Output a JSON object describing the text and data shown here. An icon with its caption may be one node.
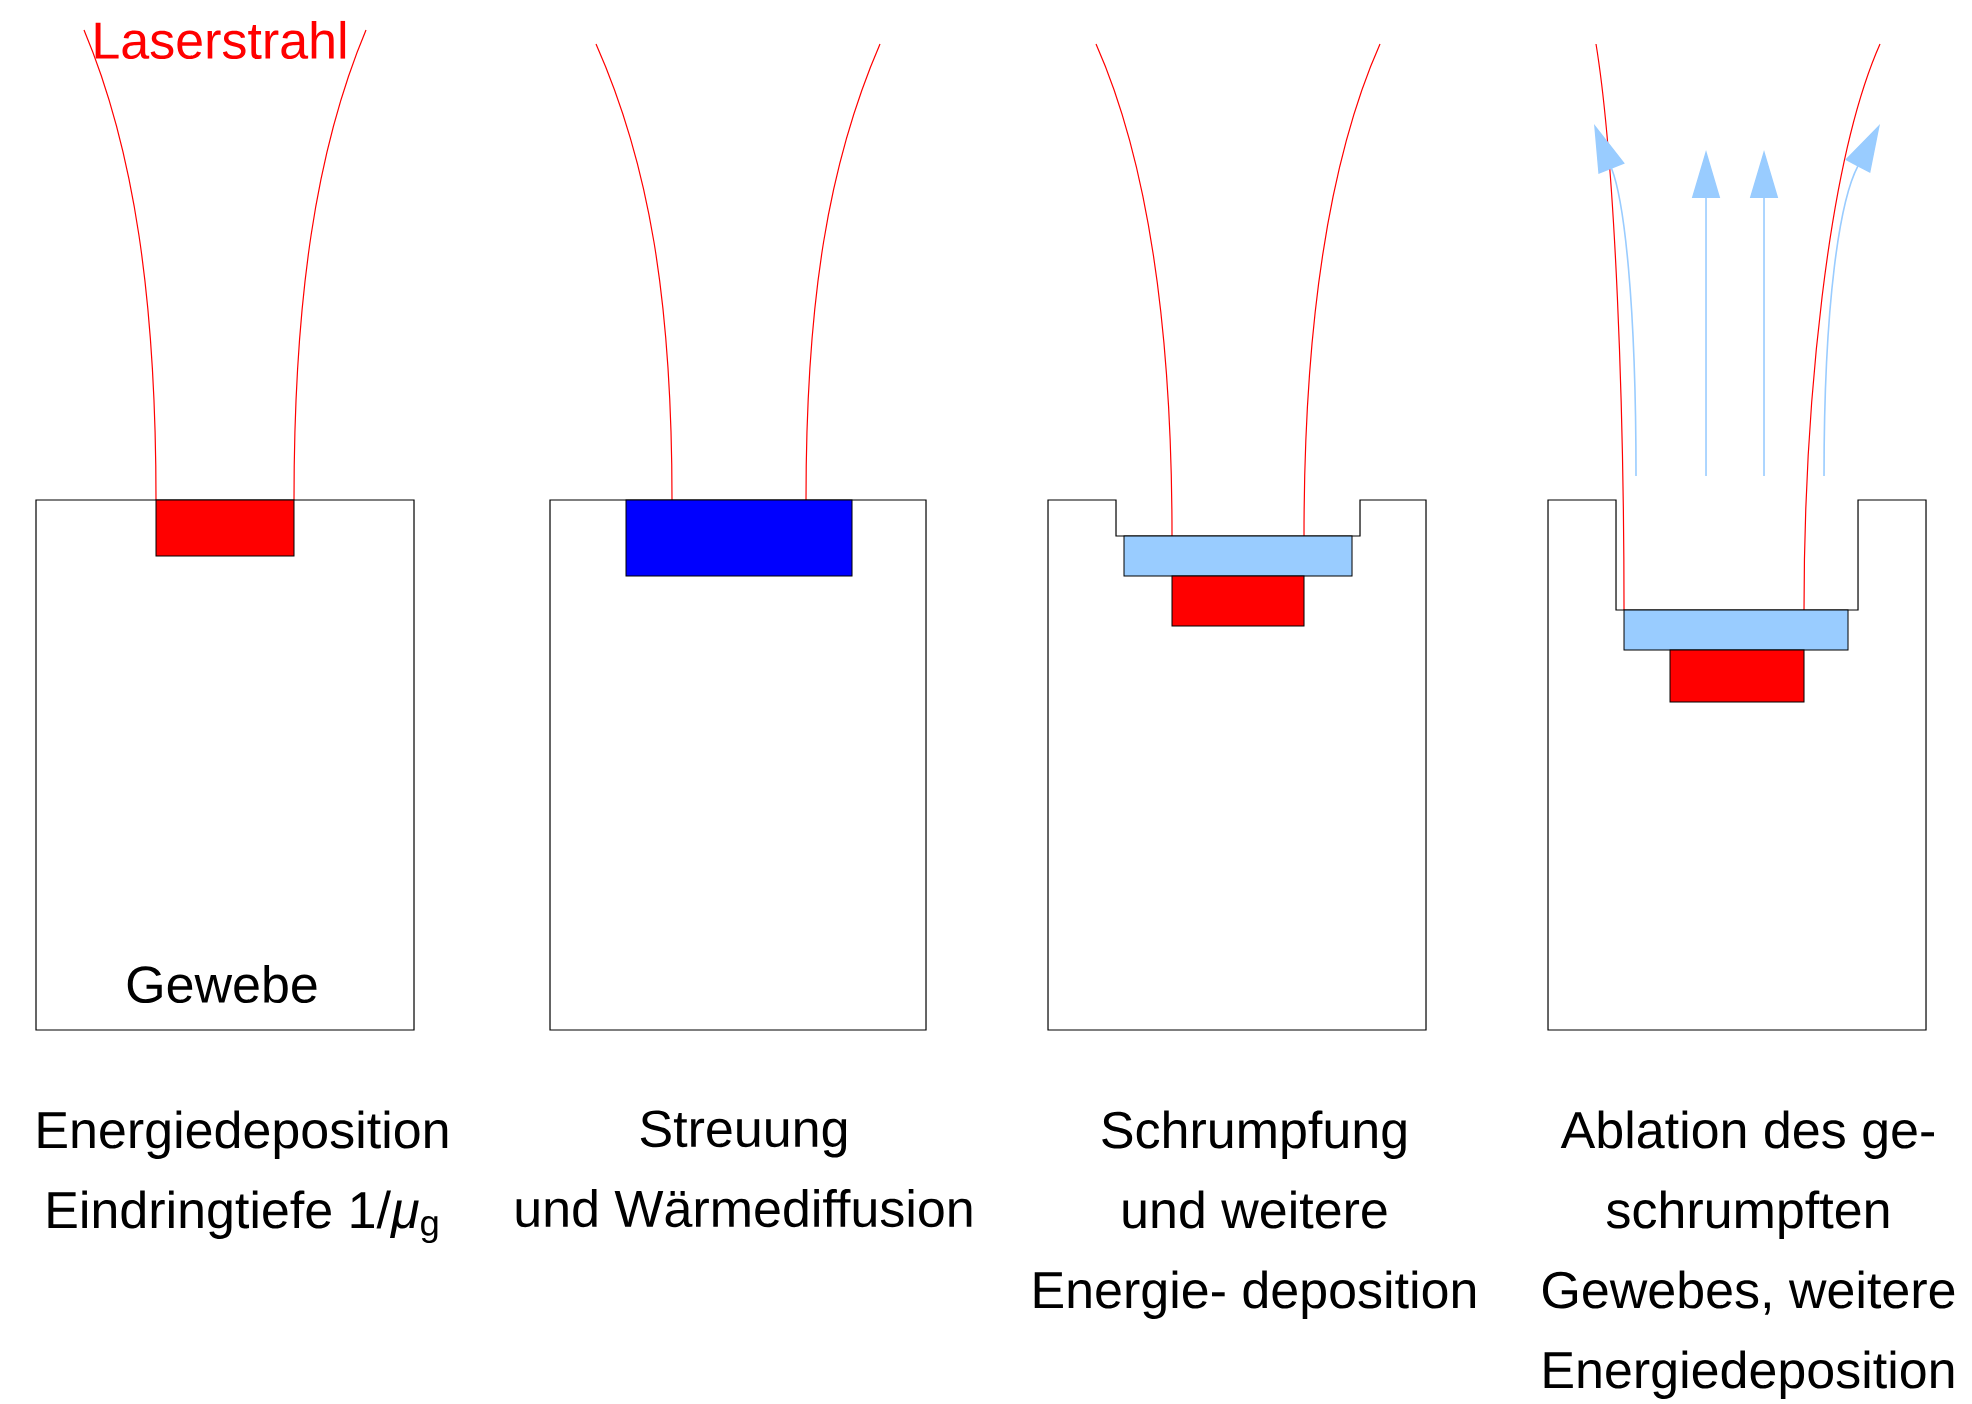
{
  "diagram": {
    "nodes": [
      {
        "text": [
          "Gewebe"
        ]
      },
      {
        "text": [],
        "shape": "box"
      },
      {
        "text": [],
        "shape": "box"
      },
      {
        "text": [],
        "shape": "box"
      }
    ],
    "labels": [
      "Laserstrahl",
      "Energiedeposition Eindringtiefe 1/*μ*$_{g}$",
      "Streuung und Wärmediffusion",
      "Schrumpfung und weitere Energie- deposition",
      "Ablation des ge- schrumpften Gewebes, weitere Energiedeposition"
    ]
  }
}
